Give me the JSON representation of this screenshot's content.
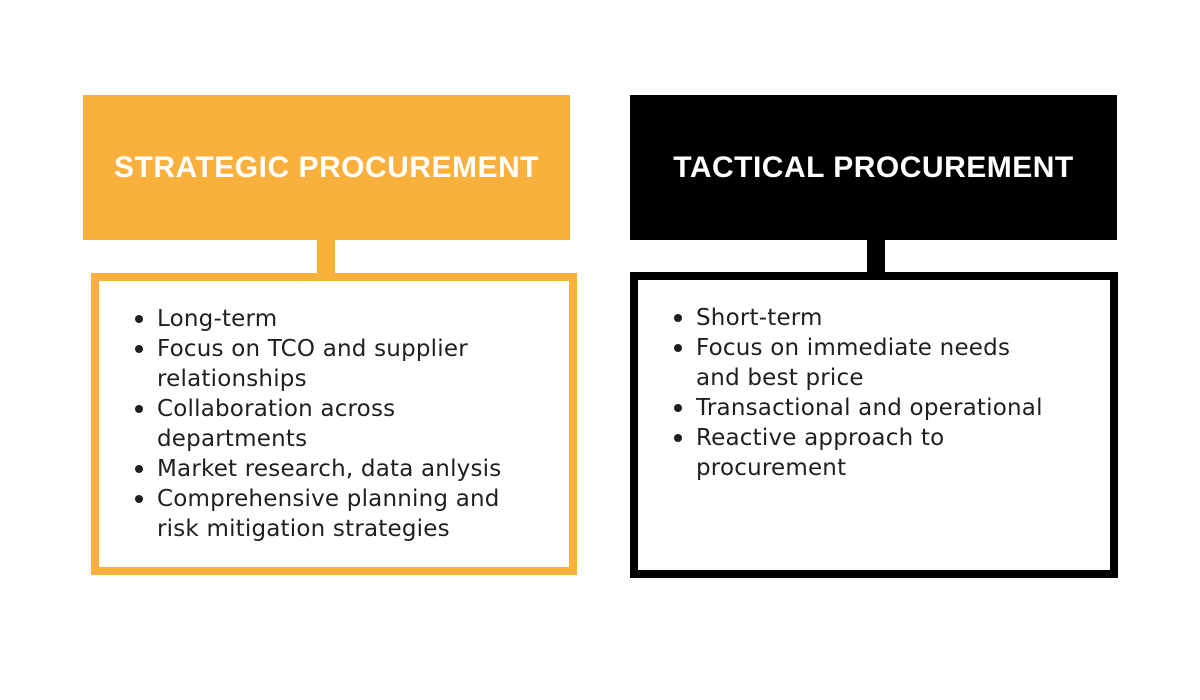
{
  "page": {
    "background": "#FFFFFF"
  },
  "colors": {
    "orange_accent": "#FAB03C",
    "black_accent": "#000000",
    "header_text": "#FFFFFF",
    "body_text": "#1F1F1F"
  },
  "columns": [
    {
      "id": "strategic",
      "title": "STRATEGIC PROCUREMENT",
      "accent": "#FAB03C",
      "bullets": [
        "Long-term",
        "Focus on TCO and supplier\nrelationships",
        "Collaboration across\ndepartments",
        "Market research, data anlysis",
        "Comprehensive planning and\nrisk mitigation strategies"
      ]
    },
    {
      "id": "tactical",
      "title": "TACTICAL PROCUREMENT",
      "accent": "#000000",
      "bullets": [
        "Short-term",
        "Focus on immediate needs\nand best price",
        "Transactional and operational",
        "Reactive approach to\nprocurement"
      ]
    }
  ]
}
